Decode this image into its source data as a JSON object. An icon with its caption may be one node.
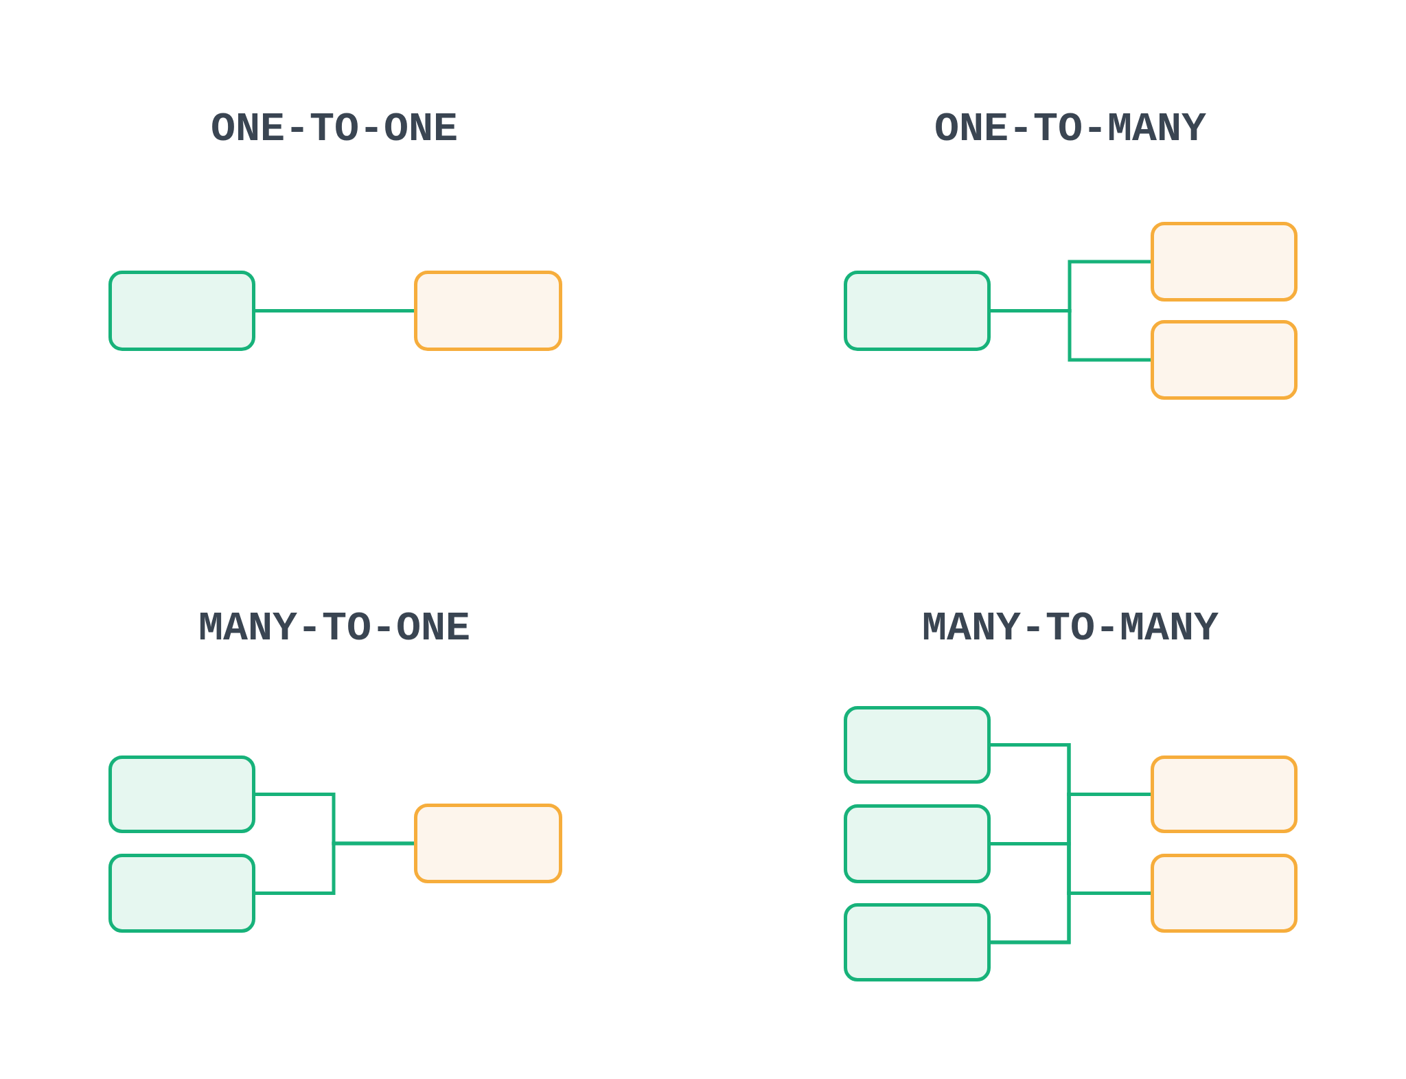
{
  "diagram": {
    "nodes": [
      {
        "text": [],
        "shape": "box"
      },
      {
        "text": [],
        "shape": "box"
      },
      {
        "text": [],
        "shape": "box"
      },
      {
        "text": [],
        "shape": "box"
      },
      {
        "text": [],
        "shape": "box"
      },
      {
        "text": [],
        "shape": "box"
      },
      {
        "text": [],
        "shape": "box"
      },
      {
        "text": [],
        "shape": "box"
      },
      {
        "text": [],
        "shape": "box"
      },
      {
        "text": [],
        "shape": "box"
      },
      {
        "text": [],
        "shape": "box"
      },
      {
        "text": [],
        "shape": "box"
      },
      {
        "text": [],
        "shape": "box"
      }
    ],
    "edges": [
      {
        "from": 0,
        "to": 1,
        "arrow": "none"
      },
      {
        "from": 2,
        "to": 3,
        "arrow": "none"
      },
      {
        "from": 2,
        "to": 4,
        "arrow": "none"
      },
      {
        "from": 5,
        "to": 7,
        "arrow": "none"
      },
      {
        "from": 6,
        "to": 7,
        "arrow": "none"
      },
      {
        "from": 8,
        "to": 11,
        "arrow": "none"
      },
      {
        "from": 8,
        "to": 12,
        "arrow": "none"
      },
      {
        "from": 9,
        "to": 11,
        "arrow": "none"
      },
      {
        "from": 9,
        "to": 12,
        "arrow": "none"
      },
      {
        "from": 10,
        "to": 11,
        "arrow": "none"
      },
      {
        "from": 10,
        "to": 12,
        "arrow": "none"
      }
    ],
    "labels": [
      "ONE-TO-ONE",
      "ONE-TO-MANY",
      "MANY-TO-ONE",
      "MANY-TO-MANY"
    ]
  }
}
